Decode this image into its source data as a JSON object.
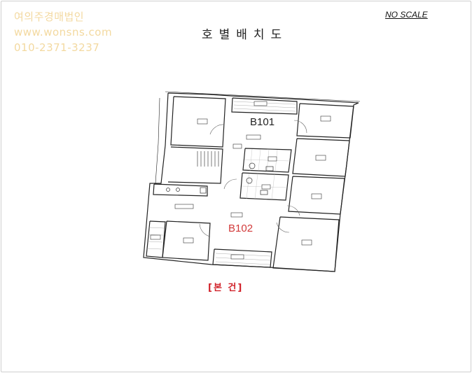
{
  "watermark": {
    "line1": "여의주경매법인",
    "line2": "www.wonsns.com",
    "line3": "010-2371-3237"
  },
  "header": {
    "scale_note": "NO SCALE",
    "title": "호별배치도"
  },
  "plan": {
    "unit_1": "B101",
    "unit_2": "B102",
    "caption": "[본 건]"
  },
  "colors": {
    "watermark": "#f3d9a0",
    "unit_2_label": "#d23a3a",
    "caption": "#d1222a"
  }
}
